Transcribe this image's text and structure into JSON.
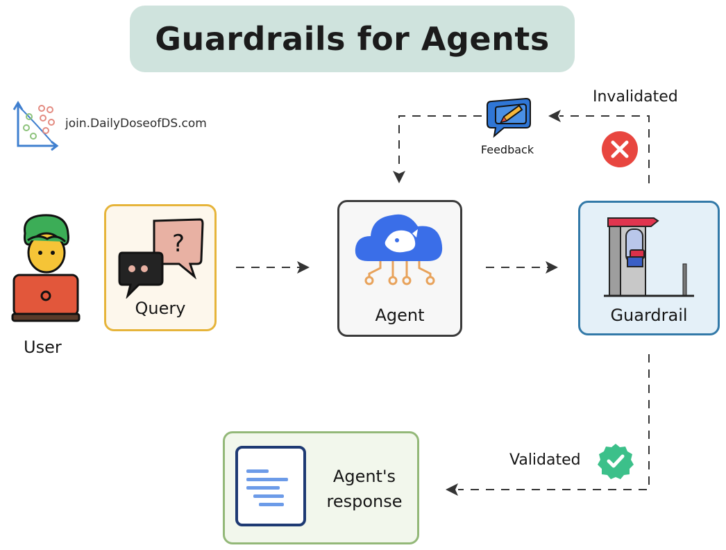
{
  "title": "Guardrails for Agents",
  "brand": {
    "text": "join.DailyDoseofDS.com"
  },
  "nodes": {
    "user": {
      "label": "User"
    },
    "query": {
      "label": "Query"
    },
    "agent": {
      "label": "Agent"
    },
    "guardrail": {
      "label": "Guardrail"
    },
    "response": {
      "label_line1": "Agent's",
      "label_line2": "response"
    }
  },
  "edges": {
    "feedback": {
      "label": "Feedback"
    },
    "invalidated": {
      "label": "Invalidated"
    },
    "validated": {
      "label": "Validated"
    }
  },
  "colors": {
    "banner": "#cfe3dd",
    "query_border": "#e6b43a",
    "agent_border": "#3a3a3a",
    "guardrail_border": "#3279a8",
    "response_border": "#93b878",
    "reject": "#e8463f",
    "accept": "#3cc08a"
  },
  "icons": {
    "user": "user-at-laptop-icon",
    "query": "question-chat-icon",
    "agent": "cloud-whale-icon",
    "guardrail": "turnstile-gate-icon",
    "response": "document-lines-icon",
    "feedback": "chat-pencil-icon",
    "invalidated": "x-circle-icon",
    "validated": "check-badge-icon",
    "brand": "chart-logo-icon"
  }
}
